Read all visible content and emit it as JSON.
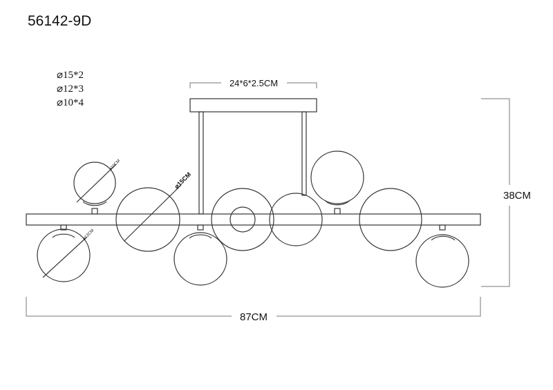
{
  "title": "56142-9D",
  "legend": [
    "⌀15*2",
    "⌀12*3",
    "⌀10*4"
  ],
  "dimensions": {
    "canopy": "24*6*2.5CM",
    "height": "38CM",
    "width": "87CM"
  },
  "globe_labels": {
    "small": "⌀10CM",
    "large": "⌀15CM",
    "medium": "⌀12CM"
  }
}
